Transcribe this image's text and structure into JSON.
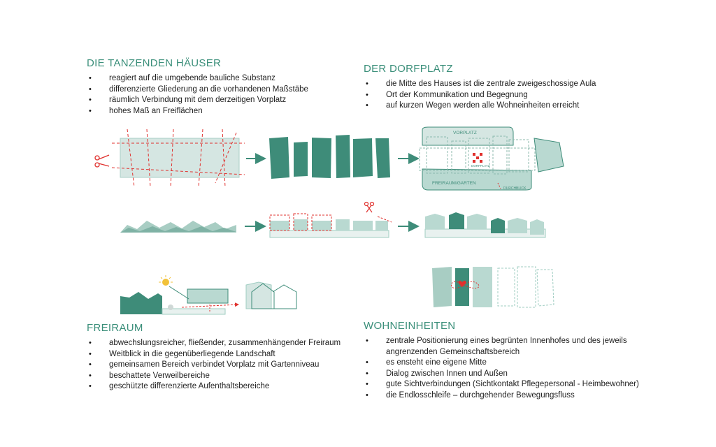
{
  "sections": {
    "tanzende": {
      "title": "DIE TANZENDEN HÄUSER",
      "bullets": [
        "reagiert auf die umgebende bauliche Substanz",
        "differenzierte Gliederung an die vorhandenen Maßstäbe",
        "räumlich Verbindung mit dem derzeitigen Vorplatz",
        "hohes Maß an Freiflächen"
      ]
    },
    "dorfplatz": {
      "title": "DER DORFPLATZ",
      "bullets": [
        "die Mitte des Hauses ist die zentrale zweigeschossige Aula",
        "Ort der Kommunikation und Begegnung",
        "auf kurzen Wegen werden alle Wohneinheiten erreicht"
      ]
    },
    "freiraum": {
      "title": "FREIRAUM",
      "bullets": [
        "abwechslungsreicher, fließender, zusammenhängender Freiraum",
        "Weitblick in die gegenüberliegende Landschaft",
        "gemeinsamen Bereich verbindet Vorplatz mit Gartenniveau",
        "beschattete Verweilbereiche",
        "geschützte differenzierte Aufenthaltsbereiche"
      ]
    },
    "wohneinheiten": {
      "title": "WOHNEINHEITEN",
      "bullets": [
        "zentrale Positionierung eines begrünten Innenhofes und des jeweils angrenzenden Gemeinschaftsbereich",
        "es ensteht eine eigene Mitte",
        "Dialog zwischen Innen und Außen",
        "gute Sichtverbindungen (Sichtkontakt Pflegepersonal - Heimbewohner)",
        "die Endlosschleife – durchgehender Bewegungsfluss"
      ]
    }
  },
  "diagram_labels": {
    "vorplatz": "VORPLATZ",
    "dorfplatz": "DORFPLATZ",
    "freiraum_garten": "FREIRAUM/GARTEN",
    "durchblick": "DURCHBLICK"
  },
  "colors": {
    "heading": "#3b8f7a",
    "dark_green": "#3e8c79",
    "light_green": "#cfe3de",
    "mid_green": "#9fcdc2",
    "red": "#e0302d"
  }
}
